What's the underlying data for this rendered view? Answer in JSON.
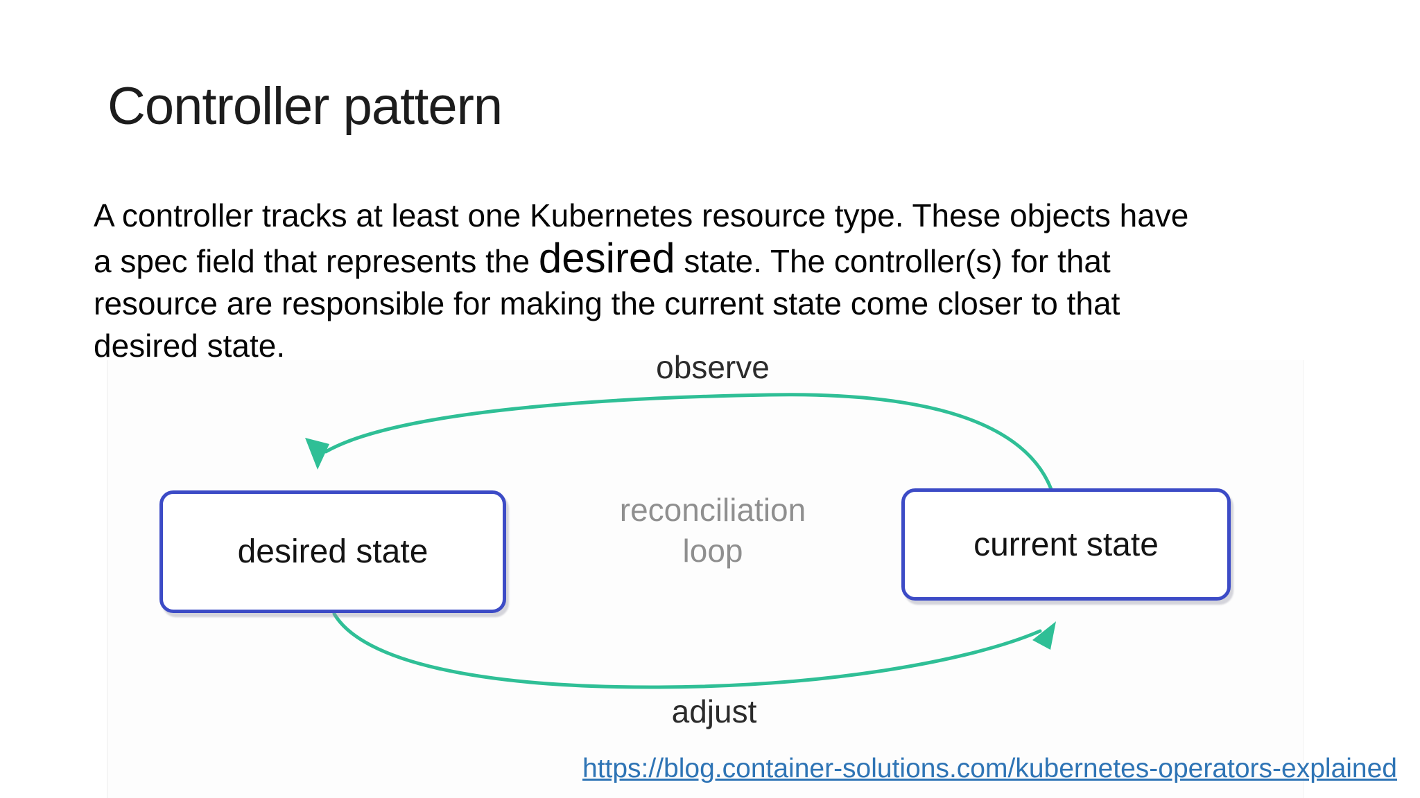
{
  "slide": {
    "title": "Controller pattern",
    "body": {
      "line1": "A controller tracks at least one Kubernetes resource type. These objects have",
      "line2_pre": "a spec field that represents the ",
      "line2_emph": "desired",
      "line2_post": " state. The controller(s) for that",
      "line3": "resource are responsible for making the current state come closer to that",
      "line4": "desired state."
    },
    "source_link": "https://blog.container-solutions.com/kubernetes-operators-explained"
  },
  "diagram": {
    "observe_label": "observe",
    "adjust_label": "adjust",
    "loop_label_line1": "reconciliation",
    "loop_label_line2": "loop",
    "desired_box_label": "desired state",
    "current_box_label": "current state",
    "colors": {
      "arrow_green": "#2fbf96",
      "box_border_blue": "#3c4bc6",
      "loop_text_gray": "#8f8f8f",
      "link_blue": "#2E74B5"
    }
  }
}
